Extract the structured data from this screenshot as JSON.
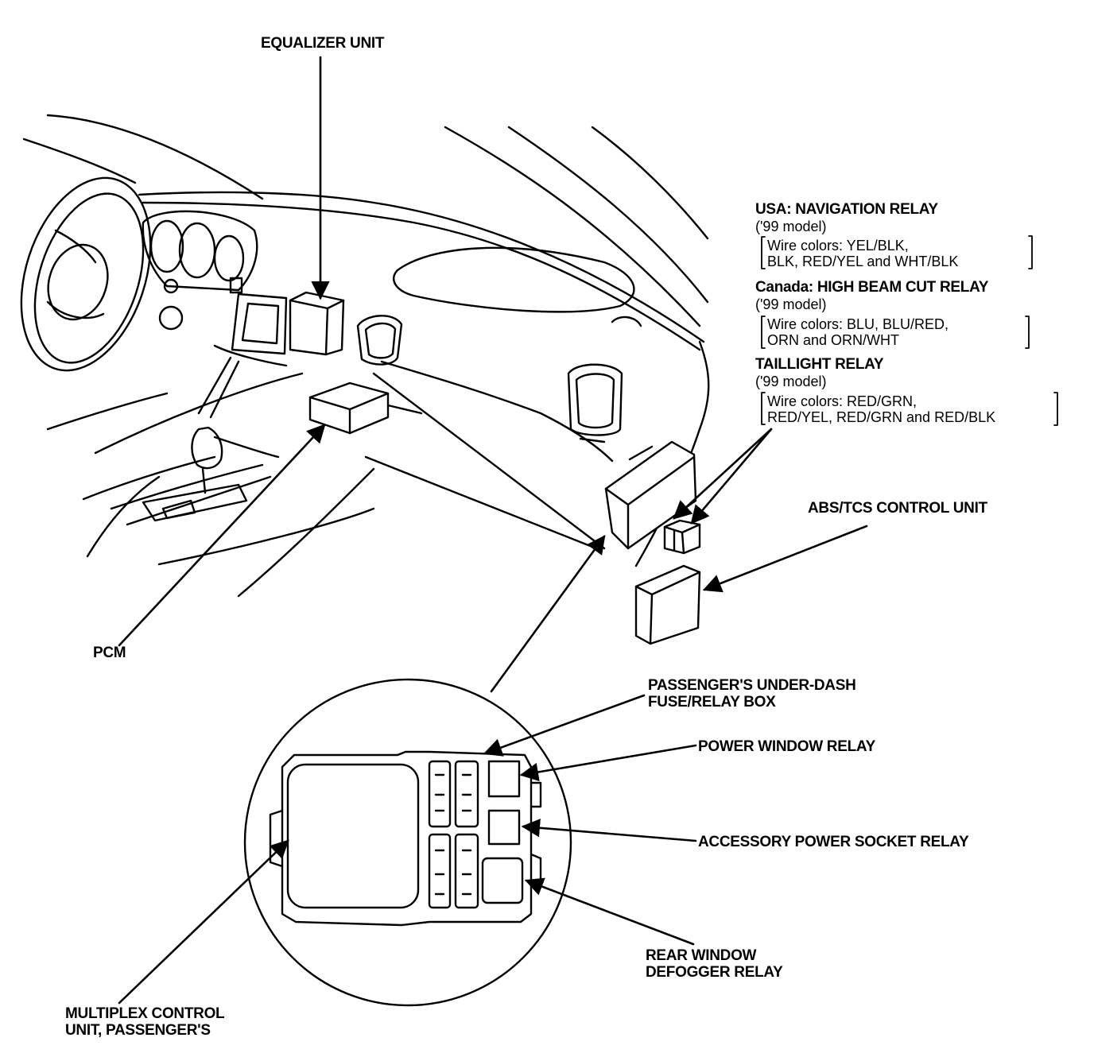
{
  "labels": {
    "equalizer": "EQUALIZER UNIT",
    "pcm": "PCM",
    "abs": "ABS/TCS CONTROL UNIT",
    "passenger_box_1": "PASSENGER'S UNDER-DASH",
    "passenger_box_2": "FUSE/RELAY BOX",
    "power_window": "POWER WINDOW RELAY",
    "accessory": "ACCESSORY POWER SOCKET RELAY",
    "rear_window_1": "REAR WINDOW",
    "rear_window_2": "DEFOGGER RELAY",
    "multiplex_1": "MULTIPLEX CONTROL",
    "multiplex_2": "UNIT, PASSENGER'S"
  },
  "relays": {
    "usa_title": "USA: NAVIGATION RELAY",
    "usa_model": "('99 model)",
    "usa_wire_1": "Wire colors: YEL/BLK,",
    "usa_wire_2": "BLK, RED/YEL and WHT/BLK",
    "canada_title": "Canada: HIGH BEAM CUT RELAY",
    "canada_model": "('99 model)",
    "canada_wire_1": "Wire colors: BLU, BLU/RED,",
    "canada_wire_2": "ORN and ORN/WHT",
    "tail_title": "TAILLIGHT RELAY",
    "tail_model": "('99 model)",
    "tail_wire_1": "Wire colors: RED/GRN,",
    "tail_wire_2": "RED/YEL, RED/GRN and RED/BLK"
  },
  "colors": {
    "ink": "#000000",
    "paper": "#ffffff"
  }
}
